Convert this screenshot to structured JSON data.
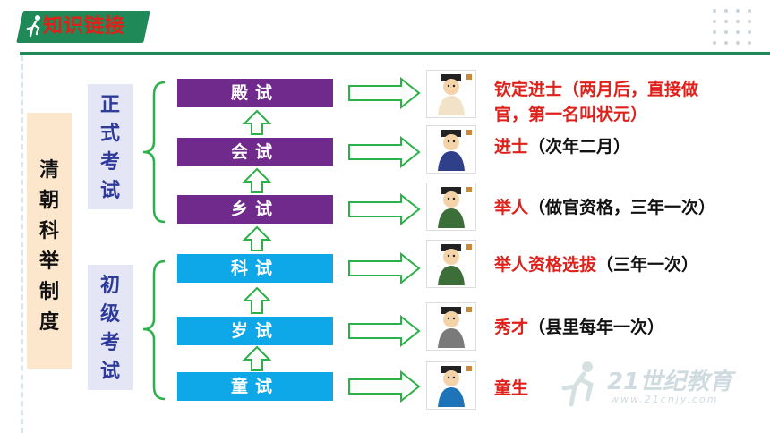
{
  "header": {
    "title": "知识链接"
  },
  "system": {
    "title": "清朝科举制度"
  },
  "groups": {
    "formal": {
      "label": "正式考试"
    },
    "initial": {
      "label": "初级考试"
    }
  },
  "exams": [
    {
      "name": "殿试",
      "title": "钦定进士",
      "note_open": "（两月后，直接做",
      "note_line2": "官，第一名叫状元）",
      "color": "#702a8c"
    },
    {
      "name": "会试",
      "title": "进士",
      "note": "（次年二月）",
      "color": "#702a8c"
    },
    {
      "name": "乡试",
      "title": "举人",
      "note": "（做官资格，三年一次）",
      "color": "#702a8c"
    },
    {
      "name": "科试",
      "title": "举人资格选拔",
      "note": "（三年一次）",
      "color": "#0ea8e8"
    },
    {
      "name": "岁试",
      "title": "秀才",
      "note": "（县里每年一次）",
      "color": "#0ea8e8"
    },
    {
      "name": "童试",
      "title": "童生",
      "color": "#0ea8e8"
    }
  ],
  "watermark": {
    "brand": "21世纪教育",
    "url": "www.21cnjy.com"
  },
  "colors": {
    "accent_green": "#1f8a58",
    "title_red": "#e0201a",
    "group_blue": "#2d3a99"
  }
}
